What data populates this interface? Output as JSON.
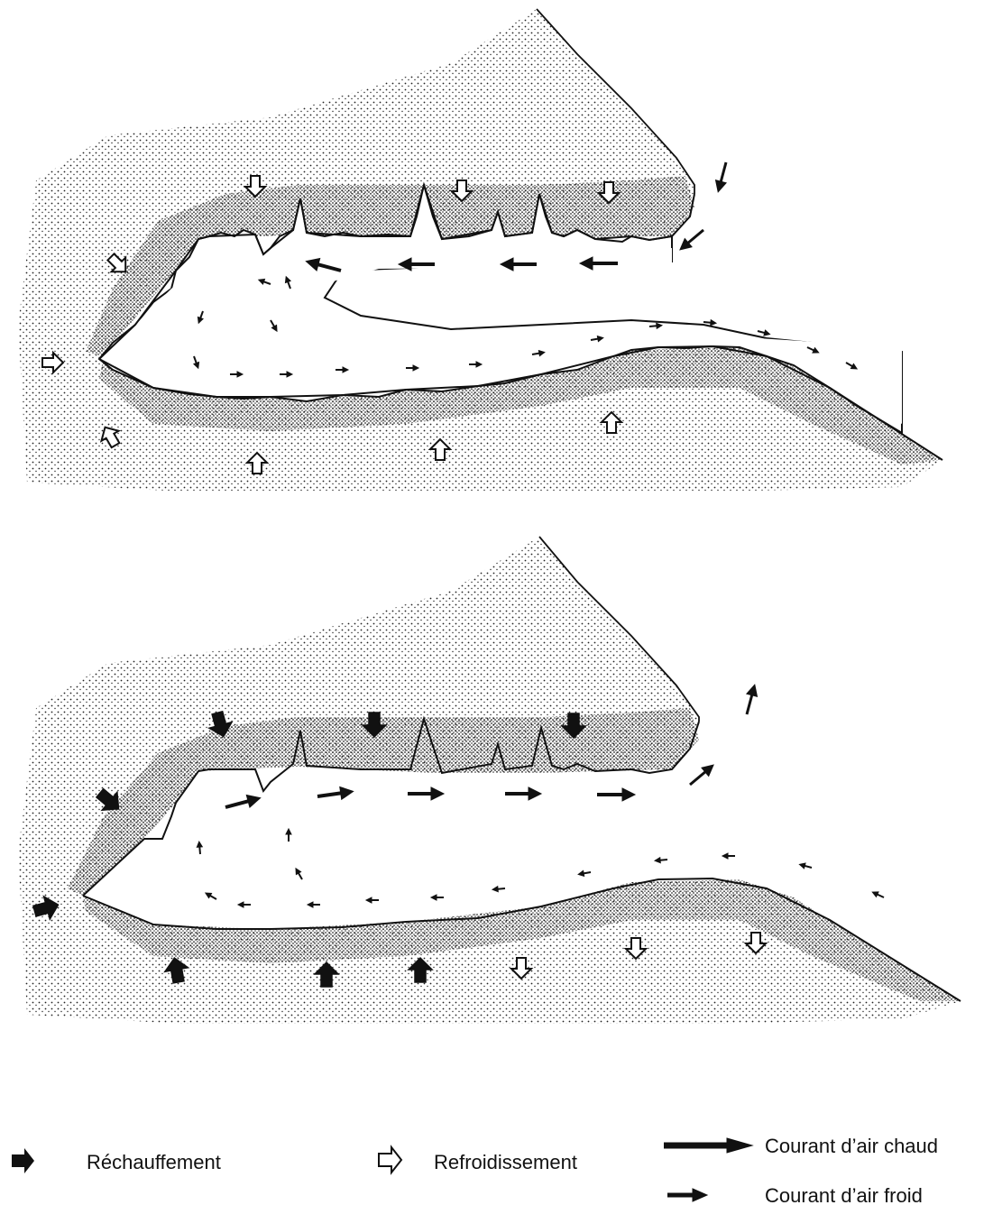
{
  "legend": {
    "warming": "Réchauffement",
    "cooling": "Refroidissement",
    "warm_current": "Courant d’air chaud",
    "cold_current": "Courant d’air froid"
  },
  "colors": {
    "ink": "#111111",
    "paper": "#ffffff"
  },
  "panels": [
    {
      "name": "cave-cooling-phase",
      "wall_arrows": "refroidissement",
      "airflow_direction": "inward along ceiling, outward along floor"
    },
    {
      "name": "cave-warming-phase",
      "wall_arrows": "réchauffement",
      "airflow_direction": "outward along ceiling, inward along floor"
    }
  ]
}
